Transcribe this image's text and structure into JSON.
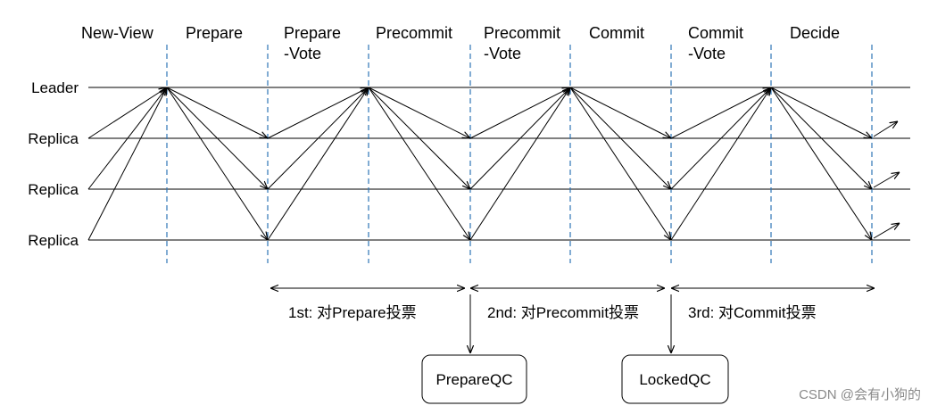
{
  "phases": [
    {
      "line1": "New-View",
      "line2": ""
    },
    {
      "line1": "Prepare",
      "line2": ""
    },
    {
      "line1": "Prepare",
      "line2": "-Vote"
    },
    {
      "line1": "Precommit",
      "line2": ""
    },
    {
      "line1": "Precommit",
      "line2": "-Vote"
    },
    {
      "line1": "Commit",
      "line2": ""
    },
    {
      "line1": "Commit",
      "line2": "-Vote"
    },
    {
      "line1": "Decide",
      "line2": ""
    }
  ],
  "roles": [
    "Leader",
    "Replica",
    "Replica",
    "Replica"
  ],
  "vote_spans": [
    {
      "label": "1st: 对Prepare投票"
    },
    {
      "label": "2nd: 对Precommit投票"
    },
    {
      "label": "3rd: 对Commit投票"
    }
  ],
  "qc_boxes": [
    {
      "label": "PrepareQC"
    },
    {
      "label": "LockedQC"
    }
  ],
  "watermark": "CSDN @会有小狗的",
  "colors": {
    "line": "#000000",
    "dashed_divider": "#2e75b6",
    "box_border": "#000000"
  }
}
